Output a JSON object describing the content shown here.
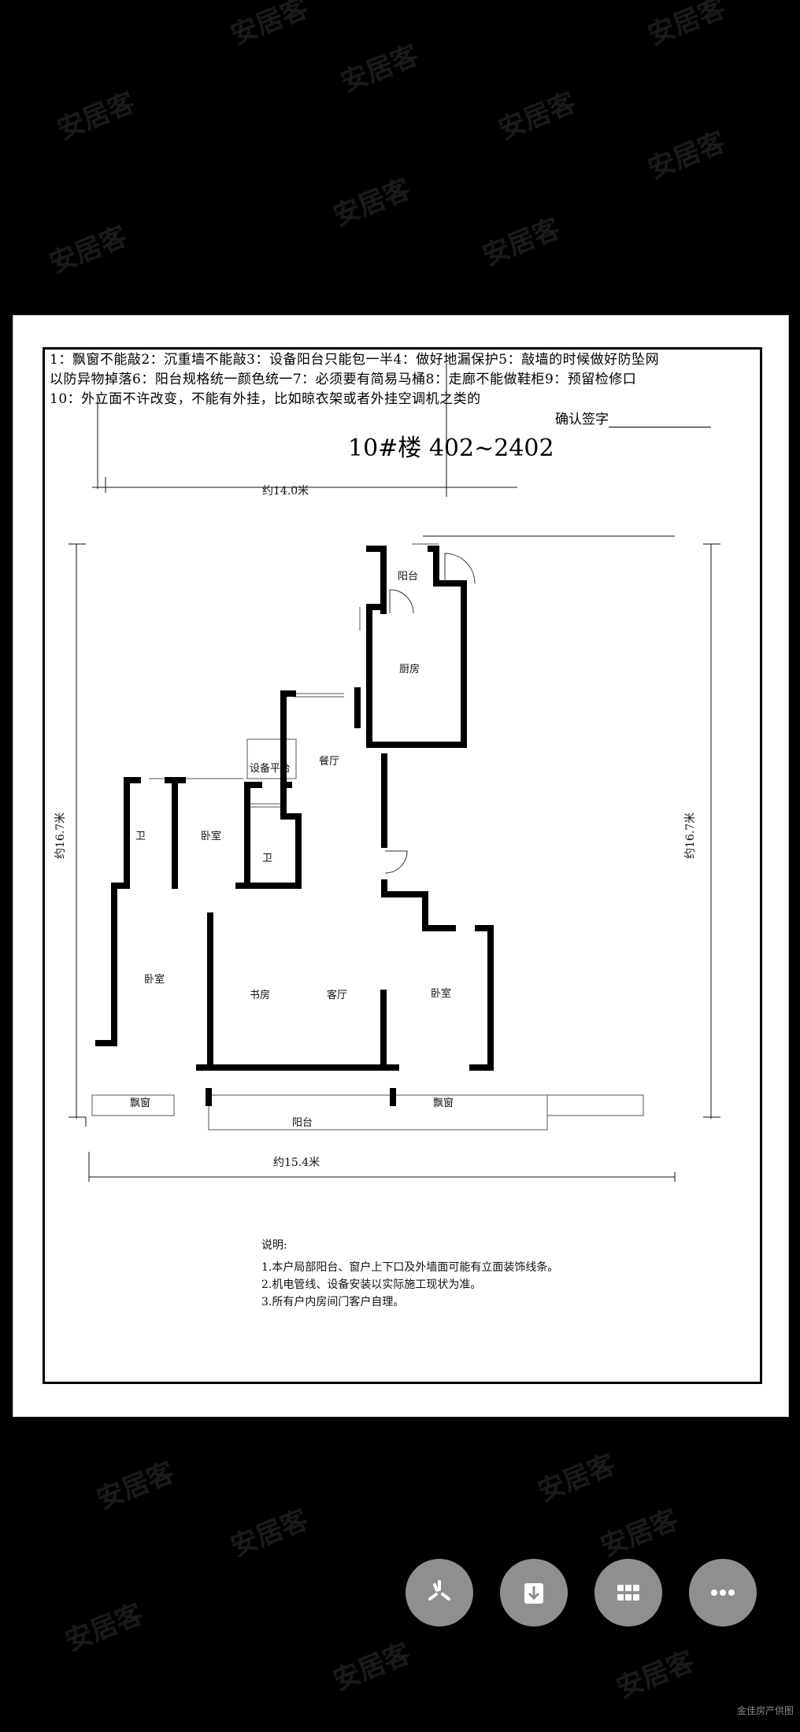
{
  "watermark": "安居客",
  "notes": {
    "line1": "1：飘窗不能敲2：沉重墙不能敲3：设备阳台只能包一半4：做好地漏保护5：敲墙的时候做好防坠网",
    "line2": "以防异物掉落6：阳台规格统一颜色统一7：必须要有简易马桶8：走廊不能做鞋柜9：预留检修口",
    "line3": "10：外立面不许改变，不能有外挂，比如晾衣架或者外挂空调机之类的"
  },
  "confirm_label": "确认签字",
  "plan_title": "10#楼 402~2402",
  "dimensions": {
    "top": "约14.0米",
    "bottom": "约15.4米",
    "left": "约16.7米",
    "right": "约16.7米"
  },
  "rooms": {
    "balcony_top": "阳台",
    "kitchen": "厨房",
    "dining": "餐厅",
    "equipment": "设备平台",
    "bath1": "卫",
    "bedroom1": "卧室",
    "bath2": "卫",
    "bedroom2": "卧室",
    "study": "书房",
    "living": "客厅",
    "bedroom3": "卧室",
    "bay1": "飘窗",
    "bay2": "飘窗",
    "balcony_bottom": "阳台"
  },
  "legend": {
    "title": "说明:",
    "items": [
      "1.本户局部阳台、窗户上下口及外墙面可能有立面装饰线条。",
      "2.机电管线、设备安装以实际施工现状为准。",
      "3.所有户内房间门客户自理。"
    ]
  },
  "toolbar": {
    "buttons": [
      "kaleidoscope-icon",
      "download-icon",
      "grid-icon",
      "more-icon"
    ]
  },
  "credit": "金佳房产供图"
}
